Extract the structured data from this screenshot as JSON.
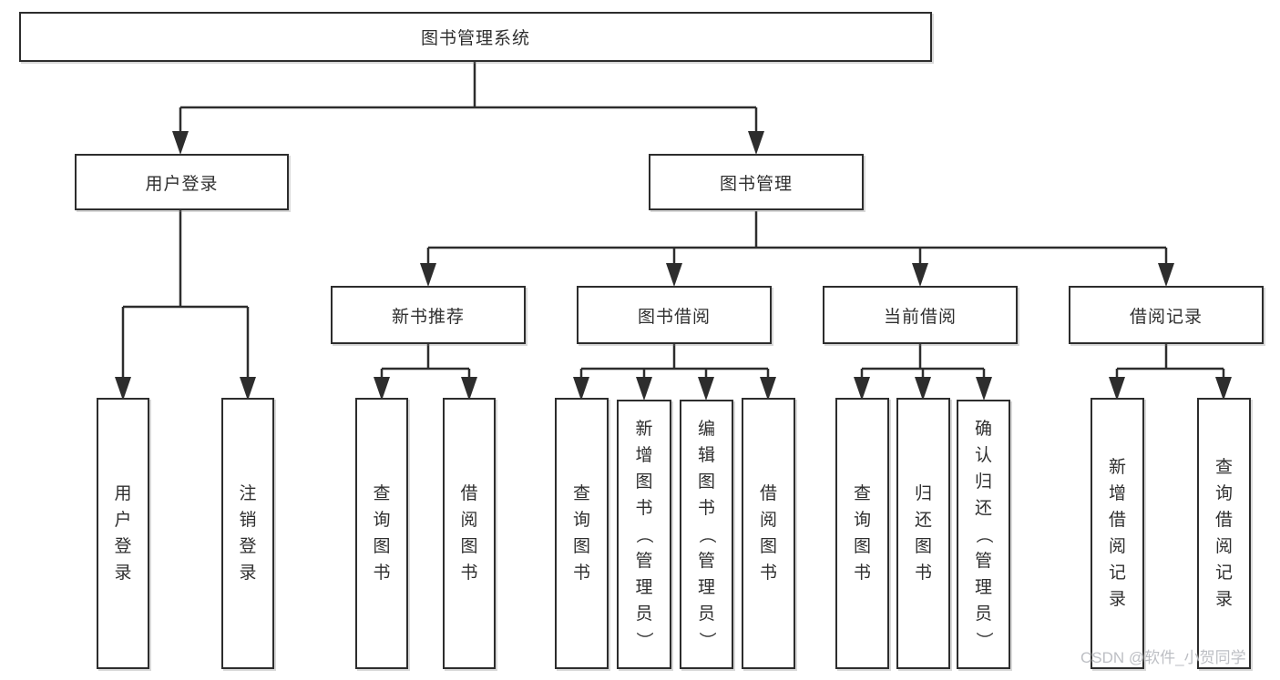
{
  "diagram": {
    "root": {
      "label": "图书管理系统"
    },
    "level2": [
      {
        "label": "用户登录",
        "children": [
          {
            "label": "用户登录"
          },
          {
            "label": "注销登录"
          }
        ]
      },
      {
        "label": "图书管理",
        "children": [
          {
            "label": "新书推荐",
            "children": [
              {
                "label": "查询图书"
              },
              {
                "label": "借阅图书"
              }
            ]
          },
          {
            "label": "图书借阅",
            "children": [
              {
                "label": "查询图书"
              },
              {
                "label": "新增图书（管理员）"
              },
              {
                "label": "编辑图书（管理员）"
              },
              {
                "label": "借阅图书"
              }
            ]
          },
          {
            "label": "当前借阅",
            "children": [
              {
                "label": "查询图书"
              },
              {
                "label": "归还图书"
              },
              {
                "label": "确认归还（管理员）"
              }
            ]
          },
          {
            "label": "借阅记录",
            "children": [
              {
                "label": "新增借阅记录"
              },
              {
                "label": "查询借阅记录"
              }
            ]
          }
        ]
      }
    ],
    "watermark": "CSDN @软件_小贺同学",
    "colors": {
      "line": "#2d2d2d",
      "box_border": "#2d2d2d",
      "text": "#2f2f2f",
      "watermark": "#b9bcc1",
      "background": "#ffffff"
    }
  }
}
